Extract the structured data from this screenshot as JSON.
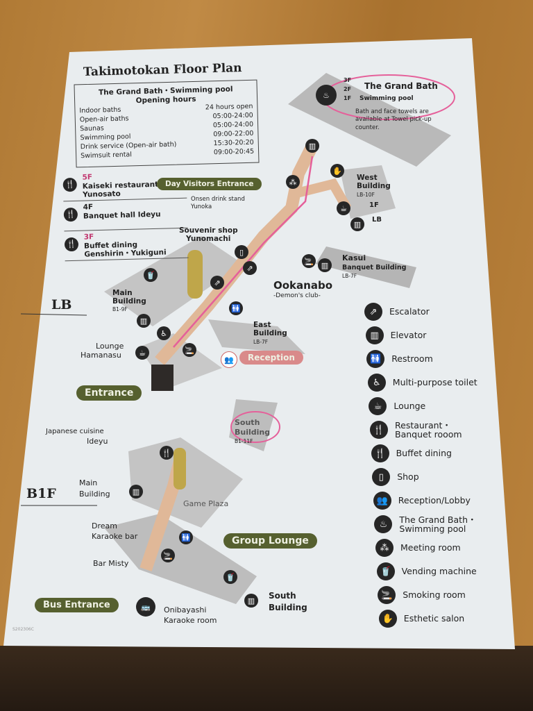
{
  "title": "Takimotokan Floor Plan",
  "hours": {
    "heading_line1": "The Grand Bath・Swimming pool",
    "heading_line2": "Opening hours",
    "rows": [
      {
        "label": "Indoor baths",
        "time": "24 hours open"
      },
      {
        "label": "Open-air baths",
        "time": "05:00-24:00"
      },
      {
        "label": "Saunas",
        "time": "05:00-24:00"
      },
      {
        "label": "Swimming pool",
        "time": "09:00-22:00"
      },
      {
        "label": "Drink service (Open-air bath)",
        "time": "15:30-20:20"
      },
      {
        "label": "Swimsuit rental",
        "time": "09:00-20:45"
      }
    ]
  },
  "main_building_floors": [
    {
      "floor": "5F",
      "name": "Kaiseki restaurant",
      "sub": "Yunosato",
      "icon": "restaurant-icon"
    },
    {
      "floor": "4F",
      "name": "Banquet hall Ideyu",
      "sub": "",
      "icon": "restaurant-icon"
    },
    {
      "floor": "3F",
      "name": "Buffet dining",
      "sub": "Genshirin・Yukiguni",
      "icon": "buffet-icon"
    }
  ],
  "grand_bath": {
    "floors": [
      "3F",
      "2F",
      "1F"
    ],
    "name": "The Grand Bath",
    "pool": "Swimming pool",
    "note_line1": "Bath and face towels are",
    "note_line2": "available at Towel pick-up",
    "note_line3": "counter."
  },
  "levels": {
    "lb": "LB",
    "b1f": "B1F"
  },
  "labels": {
    "day_visitors_entrance": "Day Visitors Entrance",
    "onsen_stand_1": "Onsen drink stand",
    "onsen_stand_2": "Yunoka",
    "souvenir_1": "Souvenir shop",
    "souvenir_2": "Yunomachi",
    "west_1": "West",
    "west_2": "Building",
    "west_floors": "LB-10F",
    "west_1f": "1F",
    "west_lb": "LB",
    "kasui_1": "Kasui",
    "kasui_2": "Banquet Building",
    "kasui_floors": "LB-7F",
    "ookanabo": "Ookanabo",
    "demons_club": "-Demon's club-",
    "main_1": "Main",
    "main_2": "Building",
    "main_floors": "B1-9F",
    "east_1": "East",
    "east_2": "Building",
    "east_floors": "LB-7F",
    "lounge_1": "Lounge",
    "lounge_2": "Hamanasu",
    "reception": "Reception",
    "entrance": "Entrance",
    "south_1": "South",
    "south_2": "Building",
    "south_floors": "B1-11F",
    "japanese_1": "Japanese cuisine",
    "japanese_2": "Ideyu",
    "b1_main_1": "Main",
    "b1_main_2": "Building",
    "game_plaza": "Game Plaza",
    "dream_1": "Dream",
    "dream_2": "Karaoke bar",
    "bar_misty": "Bar Misty",
    "group_lounge": "Group Lounge",
    "bus_entrance": "Bus Entrance",
    "onibayashi_1": "Onibayashi",
    "onibayashi_2": "Karaoke room",
    "b1_south_1": "South",
    "b1_south_2": "Building",
    "code": "S202306C"
  },
  "legend": [
    {
      "label": "Escalator",
      "icon": "escalator-icon",
      "glyph": "⇗"
    },
    {
      "label": "Elevator",
      "icon": "elevator-icon",
      "glyph": "▥"
    },
    {
      "label": "Restroom",
      "icon": "restroom-icon",
      "glyph": "🚻"
    },
    {
      "label": "Multi-purpose toilet",
      "icon": "wheelchair-icon",
      "glyph": "♿"
    },
    {
      "label": "Lounge",
      "icon": "cup-icon",
      "glyph": "☕"
    },
    {
      "label": "Restaurant・\nBanquet rooom",
      "icon": "restaurant-icon",
      "glyph": "🍴"
    },
    {
      "label": "Buffet dining",
      "icon": "buffet-icon",
      "glyph": "🍴"
    },
    {
      "label": "Shop",
      "icon": "shop-icon",
      "glyph": "▯"
    },
    {
      "label": "Reception/Lobby",
      "icon": "reception-icon",
      "glyph": "👥"
    },
    {
      "label": "The Grand Bath・\nSwimming pool",
      "icon": "bath-icon",
      "glyph": "♨"
    },
    {
      "label": "Meeting room",
      "icon": "meeting-icon",
      "glyph": "⁂"
    },
    {
      "label": "Vending machine",
      "icon": "vending-icon",
      "glyph": "🥤"
    },
    {
      "label": "Smoking room",
      "icon": "smoking-icon",
      "glyph": "🚬"
    },
    {
      "label": "Esthetic salon",
      "icon": "salon-icon",
      "glyph": "✋"
    }
  ],
  "colors": {
    "wood": "#b07a35",
    "paper": "#e8ecee",
    "label_green": "#56602f",
    "corridor": "#e0b898",
    "building": "#bdbdbd",
    "highlighter": "#e5609a"
  }
}
